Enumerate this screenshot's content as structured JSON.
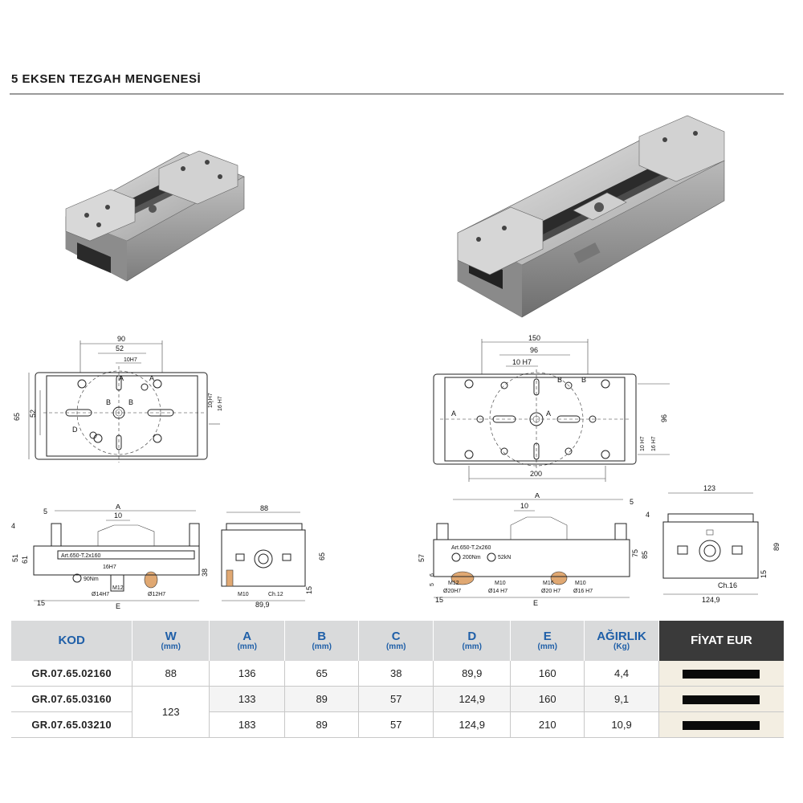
{
  "page": {
    "title": "5 EKSEN TEZGAH MENGENESİ"
  },
  "drawings": {
    "small_top": {
      "w": "90",
      "b": "52",
      "tol": "10H7",
      "a1": "A",
      "a2": "A",
      "b1": "B",
      "b2": "B",
      "d": "D",
      "h65": "65",
      "h52": "52",
      "r10": "10 H7",
      "r16": "16 H7"
    },
    "large_top": {
      "w150": "150",
      "w96": "96",
      "tol": "10 H7",
      "b1": "B",
      "b2": "B",
      "a1": "A",
      "a2": "A",
      "r96": "96",
      "r16": "16 H7",
      "r10": "10 H7",
      "w200": "200"
    },
    "small_side": {
      "a": "A",
      "c10": "10",
      "c5": "5",
      "c4": "4",
      "c51": "51",
      "c61": "61",
      "c15": "15",
      "e": "E",
      "c38": "38",
      "c16": "16H7",
      "art": "Art.650-T.2x160",
      "torque": "90Nm",
      "m12": "M12",
      "d14": "Ø14H7",
      "d12": "Ø12H7"
    },
    "small_front": {
      "w88": "88",
      "h65": "65",
      "m10": "M10",
      "ch": "Ch.12",
      "w89": "89,9",
      "h15": "15"
    },
    "large_side": {
      "a": "A",
      "c10": "10",
      "c5": "5",
      "c4": "4",
      "c57": "57",
      "c15": "15",
      "e": "E",
      "c75": "75",
      "c85": "85",
      "art": "Art.650-T.2x260",
      "torque1": "200Nm",
      "torque2": "52kN",
      "m12": "M12",
      "m10": "M10",
      "m16": "M16",
      "m10b": "M10",
      "d20": "Ø20H7",
      "d14": "Ø14 H7",
      "d20b": "Ø20 H7",
      "d16": "Ø16 H7",
      "c6": "6",
      "c5b": "5"
    },
    "large_front": {
      "w123": "123",
      "h89": "89",
      "ch": "Ch.16",
      "w124": "124,9",
      "h15": "15"
    }
  },
  "table": {
    "headers": [
      {
        "label": "KOD",
        "unit": ""
      },
      {
        "label": "W",
        "unit": "(mm)"
      },
      {
        "label": "A",
        "unit": "(mm)"
      },
      {
        "label": "B",
        "unit": "(mm)"
      },
      {
        "label": "C",
        "unit": "(mm)"
      },
      {
        "label": "D",
        "unit": "(mm)"
      },
      {
        "label": "E",
        "unit": "(mm)"
      },
      {
        "label": "AĞIRLIK",
        "unit": "(Kg)"
      },
      {
        "label": "FİYAT EUR",
        "unit": ""
      }
    ],
    "rows": [
      {
        "kod": "GR.07.65.02160",
        "w": "88",
        "a": "136",
        "b": "65",
        "c": "38",
        "d": "89,9",
        "e": "160",
        "kg": "4,4"
      },
      {
        "kod": "GR.07.65.03160",
        "w": "123",
        "a": "133",
        "b": "89",
        "c": "57",
        "d": "124,9",
        "e": "160",
        "kg": "9,1"
      },
      {
        "kod": "GR.07.65.03210",
        "w": "",
        "a": "183",
        "b": "89",
        "c": "57",
        "d": "124,9",
        "e": "210",
        "kg": "10,9"
      }
    ]
  },
  "colors": {
    "header_text": "#1f5fa8",
    "header_bg": "#d9dadb",
    "price_header_bg": "#3a3a3a",
    "price_cell_bg": "#f3eee2"
  }
}
